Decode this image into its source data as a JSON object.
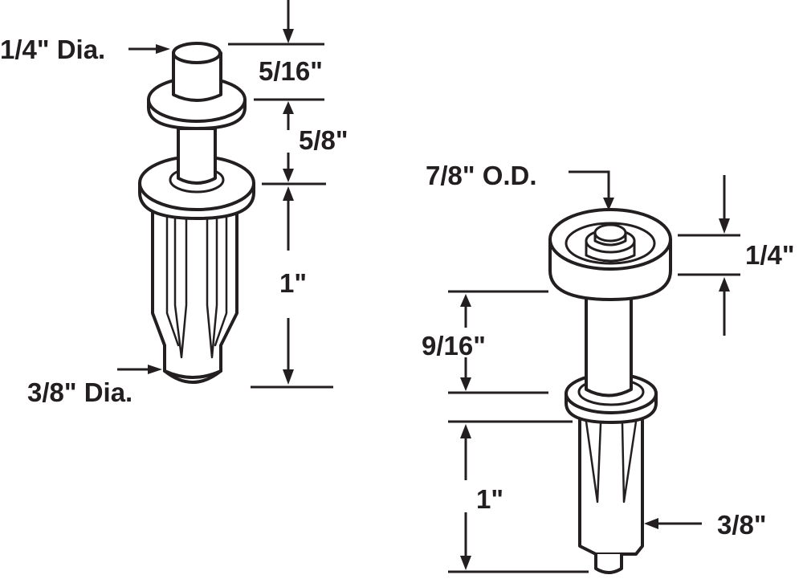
{
  "diagram": {
    "ink_color": "#231f20",
    "background": "#ffffff",
    "left_part": {
      "name": "small-head-pivot-pin",
      "labels": {
        "top_dia": "1/4\" Dia.",
        "head_height": "5/16\"",
        "shank_length": "5/8\"",
        "body_length": "1\"",
        "bottom_dia": "3/8\" Dia."
      }
    },
    "right_part": {
      "name": "roller-wheel-pivot-pin",
      "labels": {
        "wheel_od": "7/8\" O.D.",
        "wheel_thickness": "1/4\"",
        "shank_length": "9/16\"",
        "body_length": "1\"",
        "body_dia": "3/8\""
      }
    }
  }
}
